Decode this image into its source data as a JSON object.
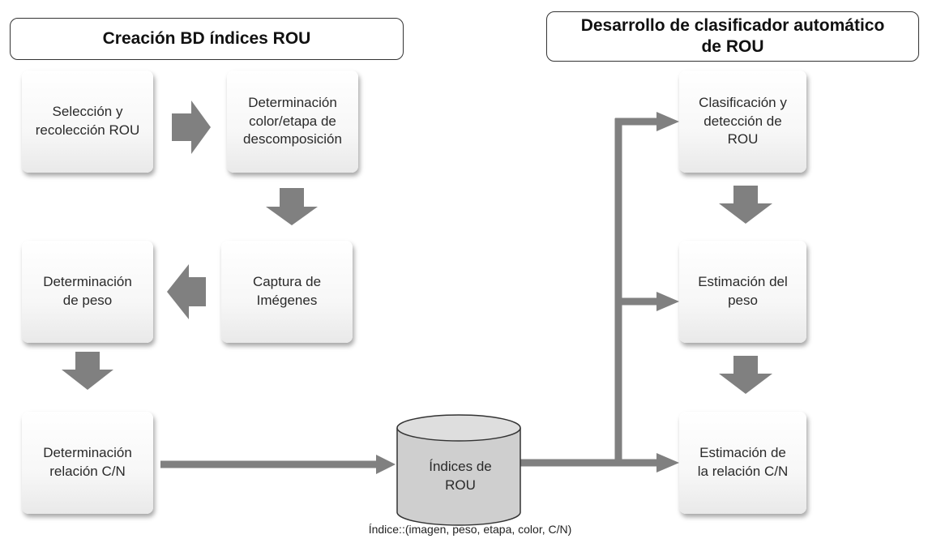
{
  "headers": {
    "left": "Creación BD índices ROU",
    "right": "Desarrollo de clasificador automático\nde ROU"
  },
  "boxes": {
    "seleccion": "Selección y\nrecolección ROU",
    "determinacion_color": "Determinación\ncolor/etapa de\ndescomposición",
    "captura": "Captura de\nImégenes",
    "determinacion_peso": "Determinación\nde peso",
    "determinacion_relacion": "Determinación\nrelación C/N",
    "clasificacion": "Clasificación y\ndetección de\nROU",
    "estimacion_peso": "Estimación del\npeso",
    "estimacion_relacion": "Estimación de\nla relación C/N"
  },
  "database": {
    "label": "Índices de\nROU",
    "note": "Índice::(imagen, peso, etapa, color, C/N)"
  },
  "colors": {
    "arrow": "#808080",
    "cylinder": "#d0d0d0",
    "border": "#333333"
  }
}
